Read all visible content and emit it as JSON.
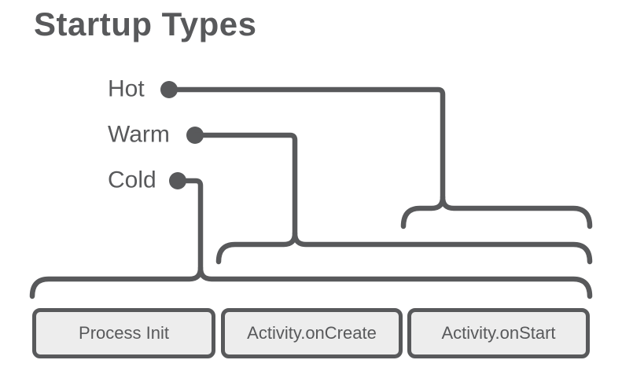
{
  "title": "Startup Types",
  "colors": {
    "stroke": "#58595b",
    "box_fill": "#ededed",
    "box_text": "#58595b",
    "background": "#ffffff"
  },
  "startup_types": [
    {
      "label": "Hot",
      "covers": [
        "Activity.onStart"
      ]
    },
    {
      "label": "Warm",
      "covers": [
        "Activity.onCreate",
        "Activity.onStart"
      ]
    },
    {
      "label": "Cold",
      "covers": [
        "Process Init",
        "Activity.onCreate",
        "Activity.onStart"
      ]
    }
  ],
  "phases": [
    {
      "label": "Process Init"
    },
    {
      "label": "Activity.onCreate"
    },
    {
      "label": "Activity.onStart"
    }
  ]
}
